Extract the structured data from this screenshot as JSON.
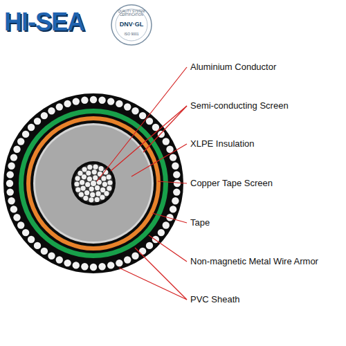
{
  "diagram": {
    "labels": [
      "HI-SEA",
      "QUALITY SYSTEM CERTIFICATION",
      "DNV·GL",
      "ISO 9001",
      "Aluminium Conductor",
      "Semi-conducting Screen",
      "XLPE Insulation",
      "Copper Tape Screen",
      "Tape",
      "Non-magnetic Metal Wire Armor",
      "PVC Sheath"
    ]
  }
}
